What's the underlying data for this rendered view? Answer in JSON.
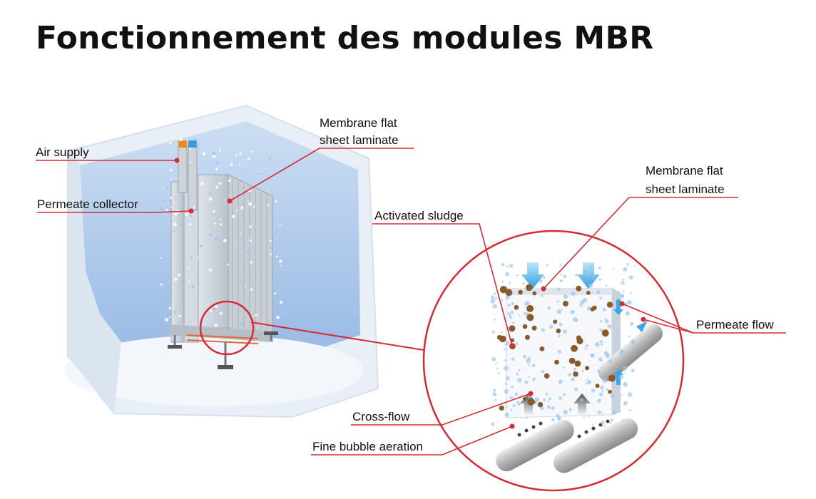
{
  "title": "Fonctionnement des modules MBR",
  "labels": {
    "air_supply": "Air supply",
    "permeate_collector": "Permeate collector",
    "membrane_left_line1": "Membrane flat",
    "membrane_left_line2": "sheet laminate",
    "membrane_right_line1": "Membrane flat",
    "membrane_right_line2": "sheet laminate",
    "activated_sludge": "Activated sludge",
    "permeate_flow": "Permeate flow",
    "cross_flow": "Cross-flow",
    "fine_bubble_aeration": "Fine bubble aeration"
  },
  "colors": {
    "leader_line": "#d52b35",
    "tank_water": "#a9c6ea",
    "tank_wall": "#e6eef7",
    "sludge_particle": "#8b5a2b",
    "bubble": "#9cc8ee",
    "flow_arrow": "#3aa8e6"
  },
  "icons": {
    "air_pipe_cap": "orange-cap-icon",
    "permeate_pipe_cap": "blue-cap-icon"
  }
}
